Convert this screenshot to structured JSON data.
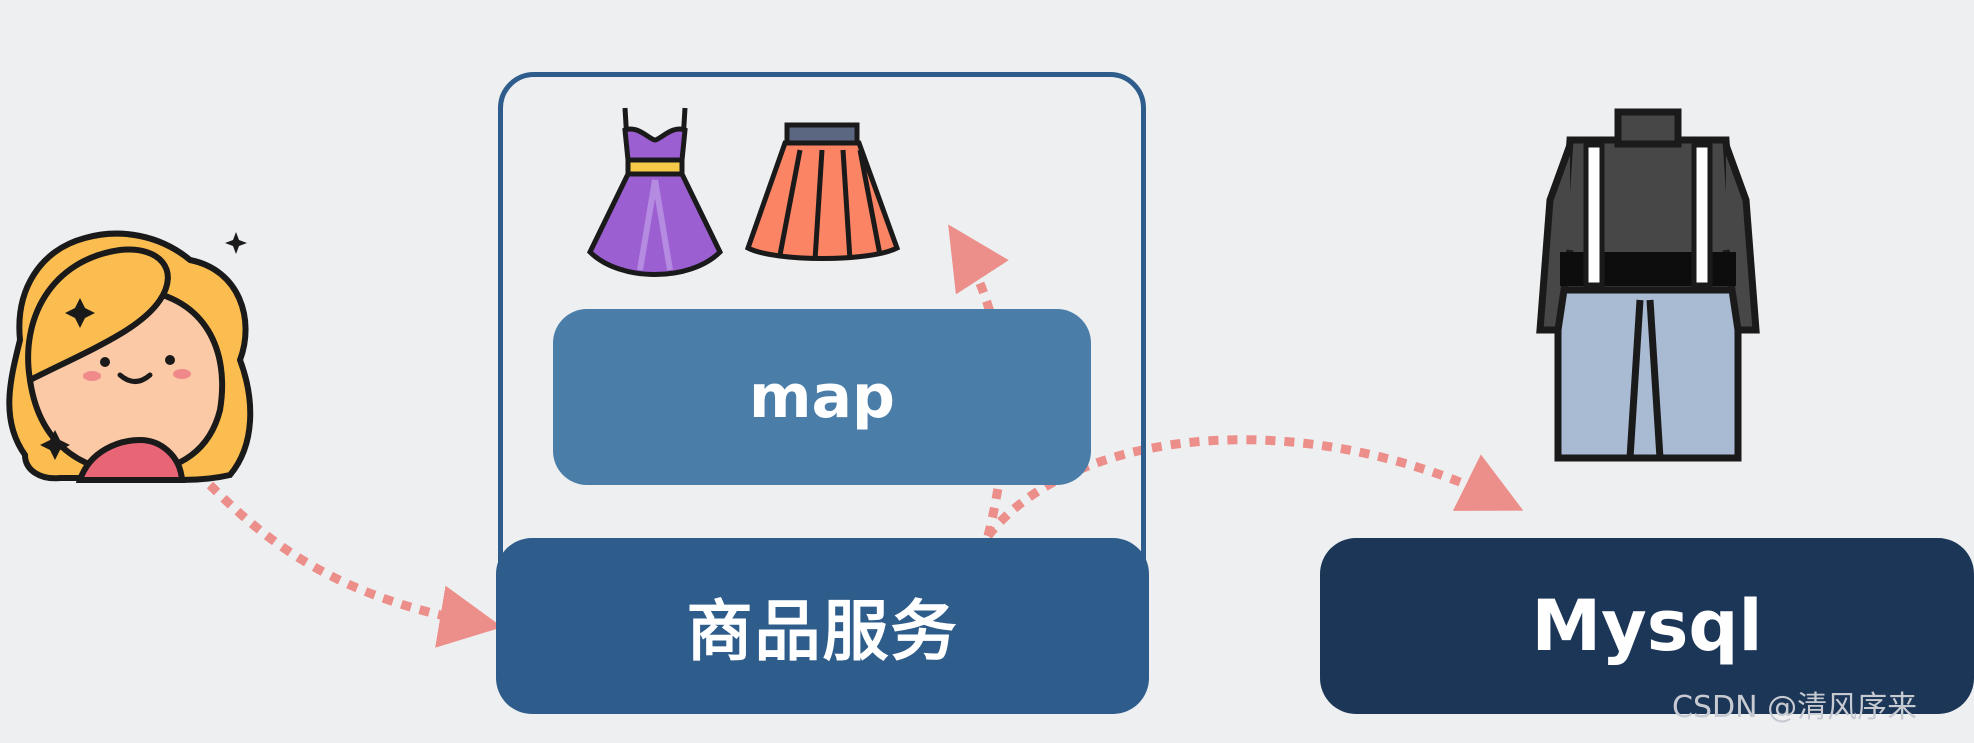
{
  "labels": {
    "map": "map",
    "service": "商品服务",
    "database": "Mysql"
  },
  "watermark": "CSDN @清风序来",
  "colors": {
    "background": "#eeeff1",
    "service_border": "#2e5d8c",
    "map_fill": "#4a7ea8",
    "service_fill": "#2e5d8c",
    "mysql_fill": "#1c3658",
    "arrow": "#ec8e8a"
  },
  "icons": [
    "user-girl-icon",
    "purple-dress-icon",
    "orange-skirt-icon",
    "sweater-and-pants-icon"
  ]
}
